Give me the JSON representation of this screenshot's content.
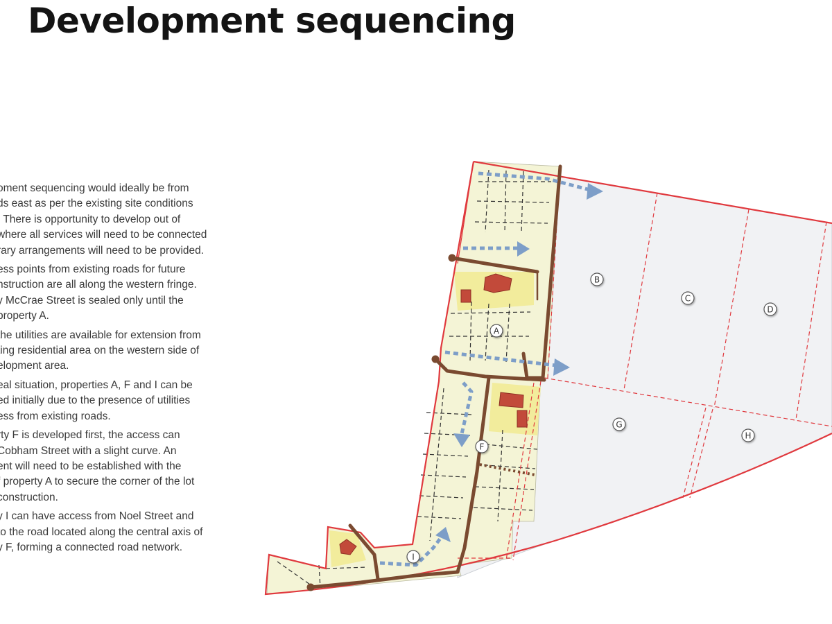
{
  "page": {
    "title": "Development sequencing"
  },
  "paragraphs": [
    {
      "lines": [
        "oment sequencing would ideally be from",
        "ds east as per the existing site conditions",
        ". There is opportunity to develop out of",
        "where all services will need to be connected",
        "rary arrangements will need to be provided."
      ]
    },
    {
      "lines": [
        "ess points from existing roads for future",
        "nstruction are all along the western fringe.",
        "y McCrae Street is sealed only until the",
        "property A."
      ]
    },
    {
      "lines": [
        "the utilities are available for extension from",
        "ting residential area on the western side of",
        "elopment area."
      ]
    },
    {
      "lines": [
        "eal situation, properties A, F and I can be",
        "ed initially due to the presence of utilities",
        "ess from existing roads."
      ]
    },
    {
      "lines": [
        "rty F is developed first, the access can",
        "Cobham Street with a slight curve. An",
        "ent will need to be established with the",
        "f property A to secure the corner of the lot",
        "construction."
      ]
    },
    {
      "lines": [
        "y I can have access from Noel Street and",
        "to the road located along the central axis of",
        "y F, forming a connected road network."
      ]
    }
  ],
  "map": {
    "colors": {
      "boundary": "#e0393e",
      "developed_fill": "#f4f4d6",
      "highlight_fill": "#f2ec9c",
      "future_fill": "#f1f2f4",
      "road": "#7a4a30",
      "arrow": "#7d9ec8",
      "building": "#c24a3a"
    },
    "labels": [
      "A",
      "B",
      "C",
      "D",
      "F",
      "G",
      "H",
      "I"
    ]
  }
}
